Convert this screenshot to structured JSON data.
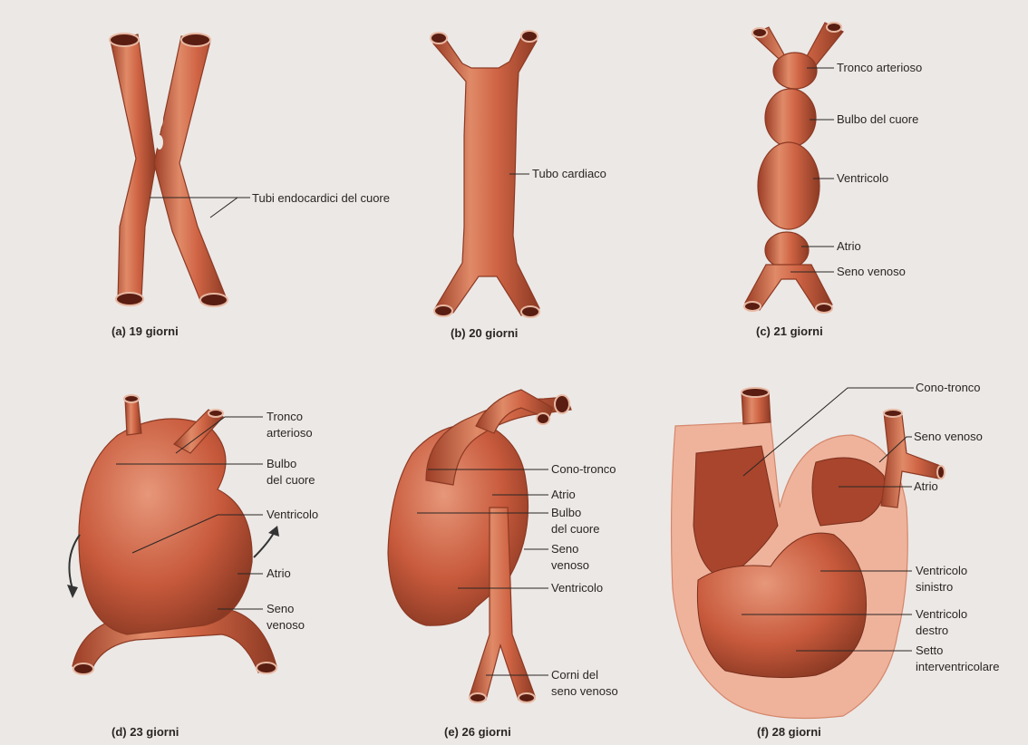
{
  "panels": {
    "a": {
      "caption": "(a) 19 giorni",
      "labels": [
        "Tubi endocardici del cuore"
      ]
    },
    "b": {
      "caption": "(b) 20 giorni",
      "labels": [
        "Tubo cardiaco"
      ]
    },
    "c": {
      "caption": "(c) 21 giorni",
      "labels": [
        "Tronco arterioso",
        "Bulbo del cuore",
        "Ventricolo",
        "Atrio",
        "Seno venoso"
      ]
    },
    "d": {
      "caption": "(d) 23 giorni",
      "labels": [
        "Tronco",
        "arterioso",
        "Bulbo",
        "del cuore",
        "Ventricolo",
        "Atrio",
        "Seno",
        "venoso"
      ]
    },
    "e": {
      "caption": "(e) 26 giorni",
      "labels": [
        "Cono-tronco",
        "Atrio",
        "Bulbo",
        "del cuore",
        "Seno",
        "venoso",
        "Ventricolo",
        "Corni del",
        "seno venoso"
      ]
    },
    "f": {
      "caption": "(f) 28 giorni",
      "labels": [
        "Cono-tronco",
        "Seno venoso",
        "Atrio",
        "Ventricolo",
        "sinistro",
        "Ventricolo",
        "destro",
        "Setto",
        "interventricolare"
      ]
    }
  },
  "colors": {
    "tissue": "#c85a3c",
    "tissue_light": "#e08a68",
    "tissue_dark": "#8c3a24",
    "section": "#efb39c",
    "background": "#ece8e6"
  }
}
